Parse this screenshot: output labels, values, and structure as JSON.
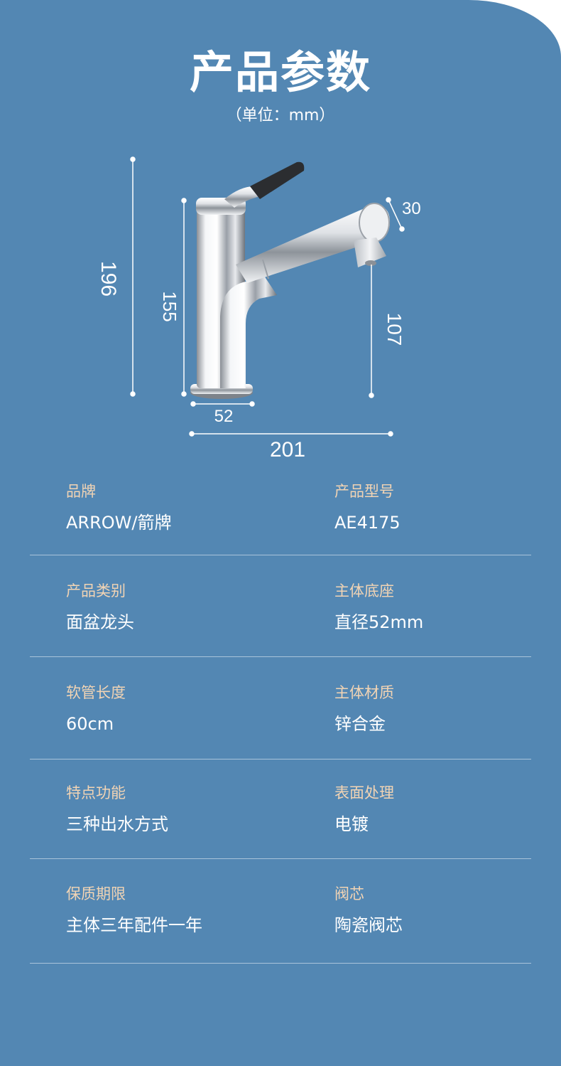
{
  "header": {
    "title": "产品参数",
    "unit": "（单位：mm）"
  },
  "dimensions": {
    "total_height": "196",
    "body_height": "155",
    "spout_height": "107",
    "spout_diameter": "30",
    "base_diameter": "52",
    "total_length": "201"
  },
  "specs": [
    {
      "left": {
        "label": "品牌",
        "value": "ARROW/箭牌"
      },
      "right": {
        "label": "产品型号",
        "value": "AE4175"
      }
    },
    {
      "left": {
        "label": "产品类别",
        "value": "面盆龙头"
      },
      "right": {
        "label": "主体底座",
        "value": "直径52mm"
      }
    },
    {
      "left": {
        "label": "软管长度",
        "value": "60cm"
      },
      "right": {
        "label": "主体材质",
        "value": "锌合金"
      }
    },
    {
      "left": {
        "label": "特点功能",
        "value": "三种出水方式"
      },
      "right": {
        "label": "表面处理",
        "value": "电镀"
      }
    },
    {
      "left": {
        "label": "保质期限",
        "value": "主体三年配件一年"
      },
      "right": {
        "label": "阀芯",
        "value": "陶瓷阀芯"
      }
    }
  ],
  "colors": {
    "background": "#5387b3",
    "label": "#f2d4b4",
    "text": "#ffffff",
    "divider": "#a9c3da"
  }
}
